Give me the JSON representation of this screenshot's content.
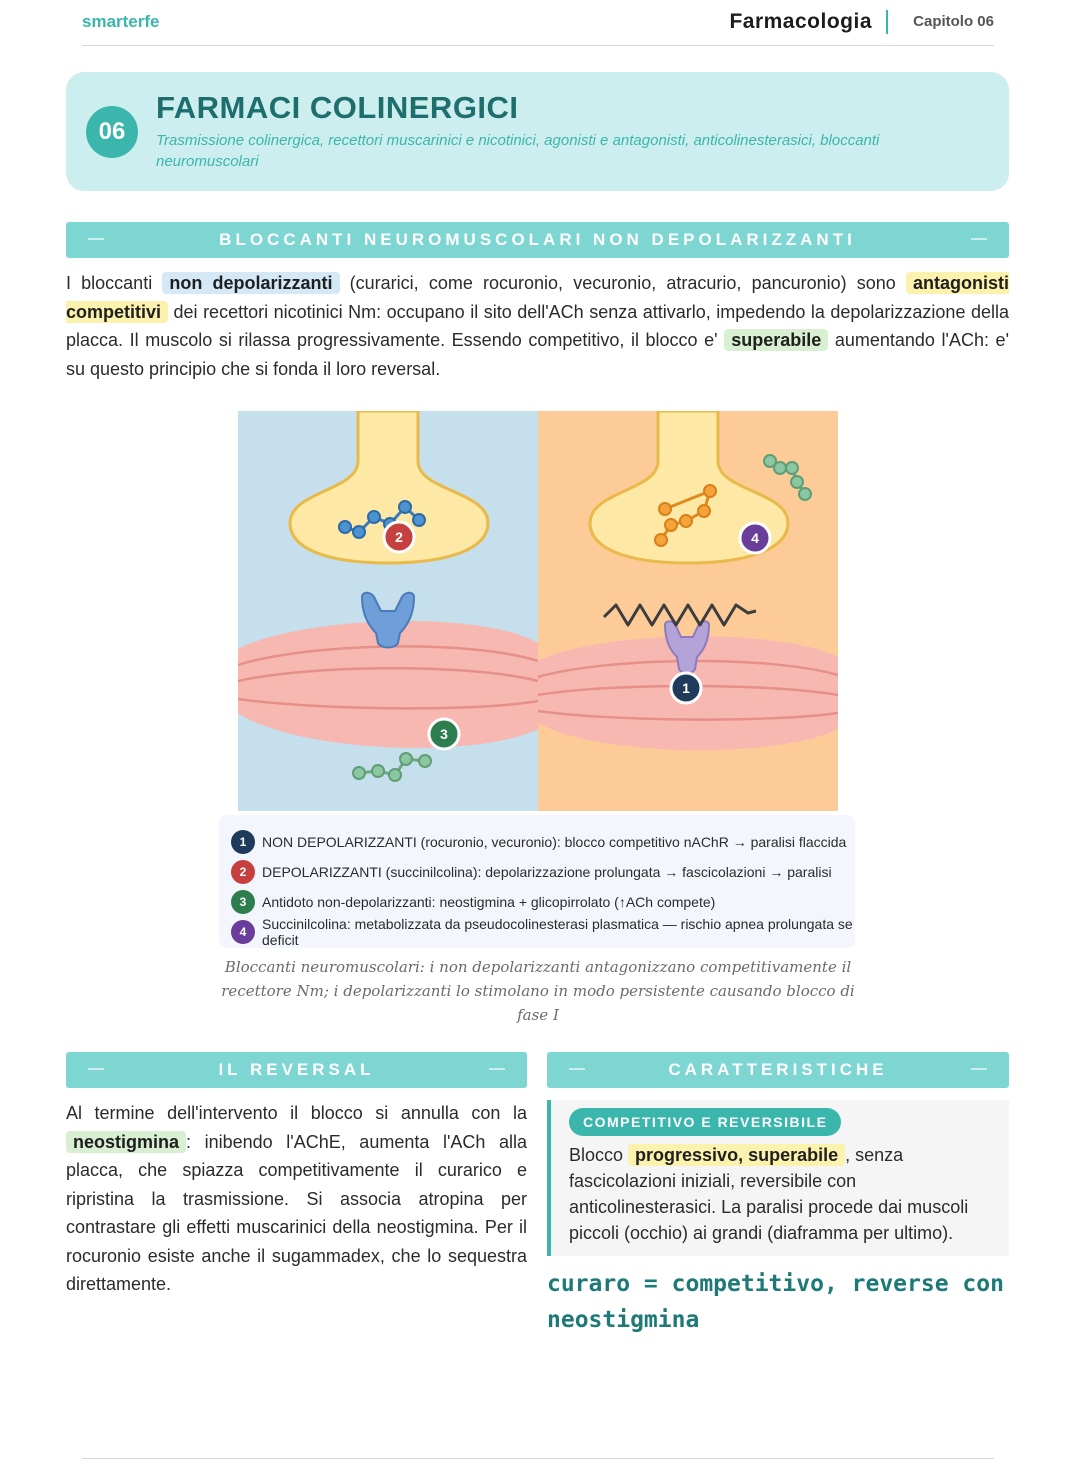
{
  "header": {
    "brand": "smarterfe",
    "subject": "Farmacologia",
    "chapter": "Capitolo 06"
  },
  "title_card": {
    "number": "06",
    "title": "FARMACI COLINERGICI",
    "subtitle": "Trasmissione colinergica, recettori muscarinici e nicotinici, agonisti e antagonisti, anticolinesterasici, bloccanti neuromuscolari"
  },
  "section1": {
    "heading": "BLOCCANTI NEUROMUSCOLARI NON DEPOLARIZZANTI",
    "p_1": "I bloccanti ",
    "hl_1": "non depolarizzanti",
    "p_2": " (curarici, come rocuronio, vecuronio, atracurio, pancuronio) sono ",
    "hl_2": "antagonisti competitivi",
    "p_3": " dei recettori nicotinici Nm: occupano il sito dell'ACh senza attivarlo, impedendo la depolarizzazione della placca. Il muscolo si rilassa progressivamente. Essendo competitivo, il blocco e' ",
    "hl_3": "superabile",
    "p_4": " aumentando l'ACh: e' su questo principio che si fonda il loro reversal."
  },
  "figure": {
    "markers": [
      "1",
      "2",
      "3",
      "4"
    ],
    "colors": {
      "left_bg": "#c5dfec",
      "right_bg": "#fdcb98",
      "terminal": "#fde8a6",
      "muscle": "#f7b8b2",
      "marker_1": "#1f3a5a",
      "marker_2": "#c64040",
      "marker_3": "#2e7d4f",
      "marker_4": "#6a3d9a"
    },
    "legend": [
      {
        "num": "1",
        "text": "NON DEPOLARIZZANTI (rocuronio, vecuronio): blocco competitivo nAChR → paralisi flaccida"
      },
      {
        "num": "2",
        "text": "DEPOLARIZZANTI (succinilcolina): depolarizzazione prolungata → fascicolazioni → paralisi"
      },
      {
        "num": "3",
        "text": "Antidoto non-depolarizzanti: neostigmina + glicopirrolato (↑ACh compete)"
      },
      {
        "num": "4",
        "text": "Succinilcolina: metabolizzata da pseudocolinesterasi plasmatica — rischio apnea prolungata se deficit"
      }
    ],
    "caption": "Bloccanti neuromuscolari: i non depolarizzanti antagonizzano competitivamente il recettore Nm; i depolarizzanti lo stimolano in modo persistente causando blocco di fase I"
  },
  "reversal": {
    "heading": "IL REVERSAL",
    "p_1": "Al termine dell'intervento il blocco si annulla con la ",
    "hl_1": "neostigmina",
    "p_2": ": inibendo l'AChE, aumenta l'ACh alla placca, che spiazza competitivamente il curarico e ripristina la trasmissione. Si associa atropina per contrastare gli effetti muscarinici della neostigmina. Per il rocuronio esiste anche il sugammadex, che lo sequestra direttamente."
  },
  "caratteristiche": {
    "heading": "CARATTERISTICHE",
    "pill": "COMPETITIVO E REVERSIBILE",
    "t_1": "Blocco ",
    "hl_1": "progressivo, superabile",
    "t_2": ", senza fascicolazioni iniziali, reversibile con anticolinesterasici. La paralisi procede dai muscoli piccoli (occhio) ai grandi (diaframma per ultimo).",
    "note": "curaro = competitivo, reverse con neostigmina"
  }
}
